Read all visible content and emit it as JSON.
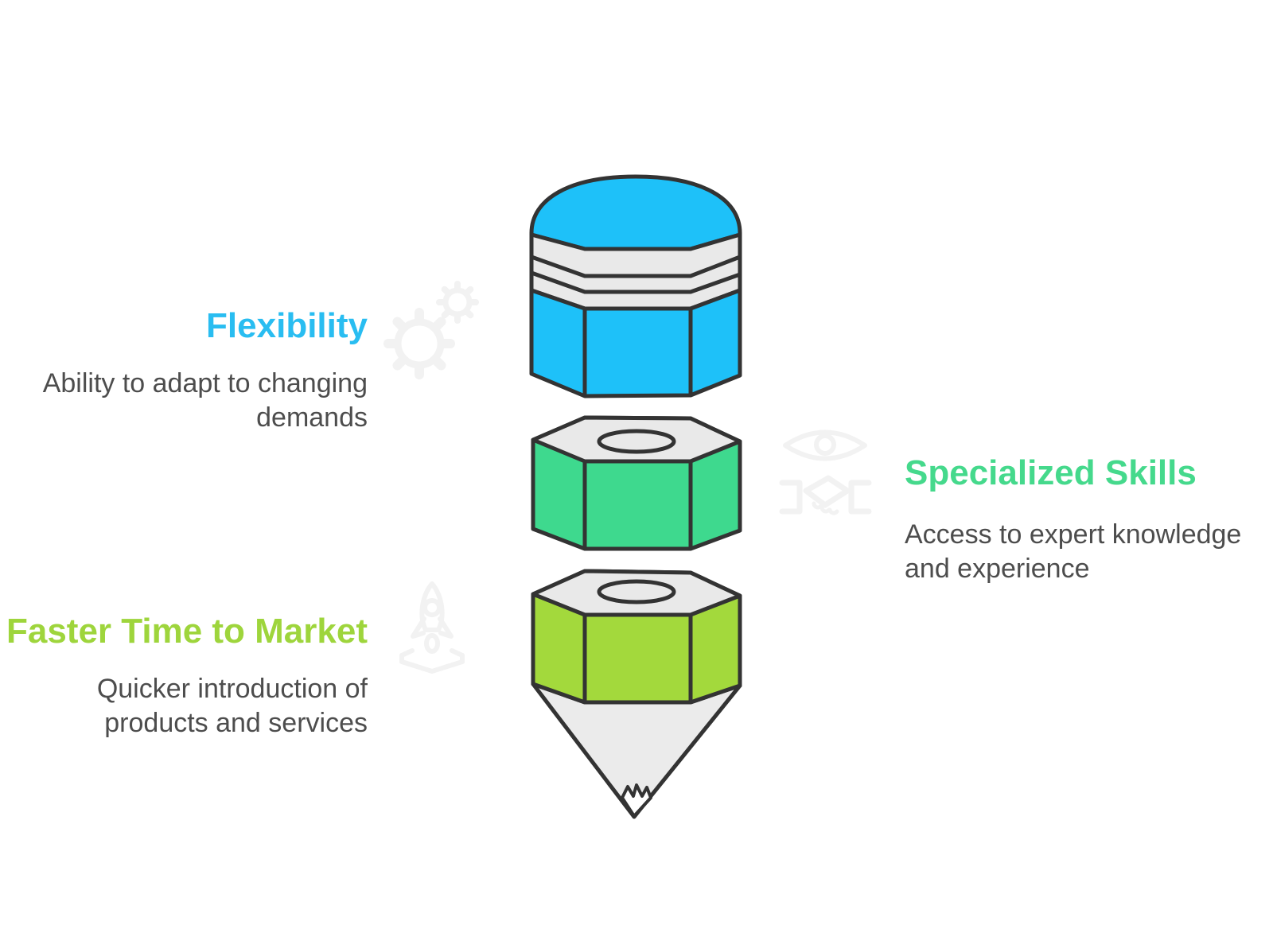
{
  "diagram": {
    "type": "pencil-infographic",
    "background": "#ffffff"
  },
  "labels": {
    "flexibility": {
      "title": "Flexibility",
      "line1": "Ability to adapt to changing",
      "line2": "demands"
    },
    "specialized_skills": {
      "title": "Specialized Skills",
      "line1": "Access to expert knowledge",
      "line2": "and experience"
    },
    "faster_time_to_market": {
      "title": "Faster Time to Market",
      "line1": "Quicker introduction of",
      "line2": "products and services"
    }
  },
  "colors": {
    "outline": "#333333",
    "eraser_blue": "#1ec1f9",
    "ferrule_gray": "#e9e9e9",
    "nut_green": "#3ed98e",
    "nut_lime": "#a3d93c",
    "wood_gray": "#ebebeb",
    "tip_white": "#ffffff",
    "title_blue": "#29bdf1",
    "title_green": "#45d98c",
    "title_lime": "#9ed53c",
    "body_text": "#4d4d4d",
    "watermark": "#f2f2f2"
  },
  "icons": {
    "gears": "gears-icon",
    "eye_handshake": "eye-handshake-icon",
    "rocket": "rocket-icon"
  }
}
